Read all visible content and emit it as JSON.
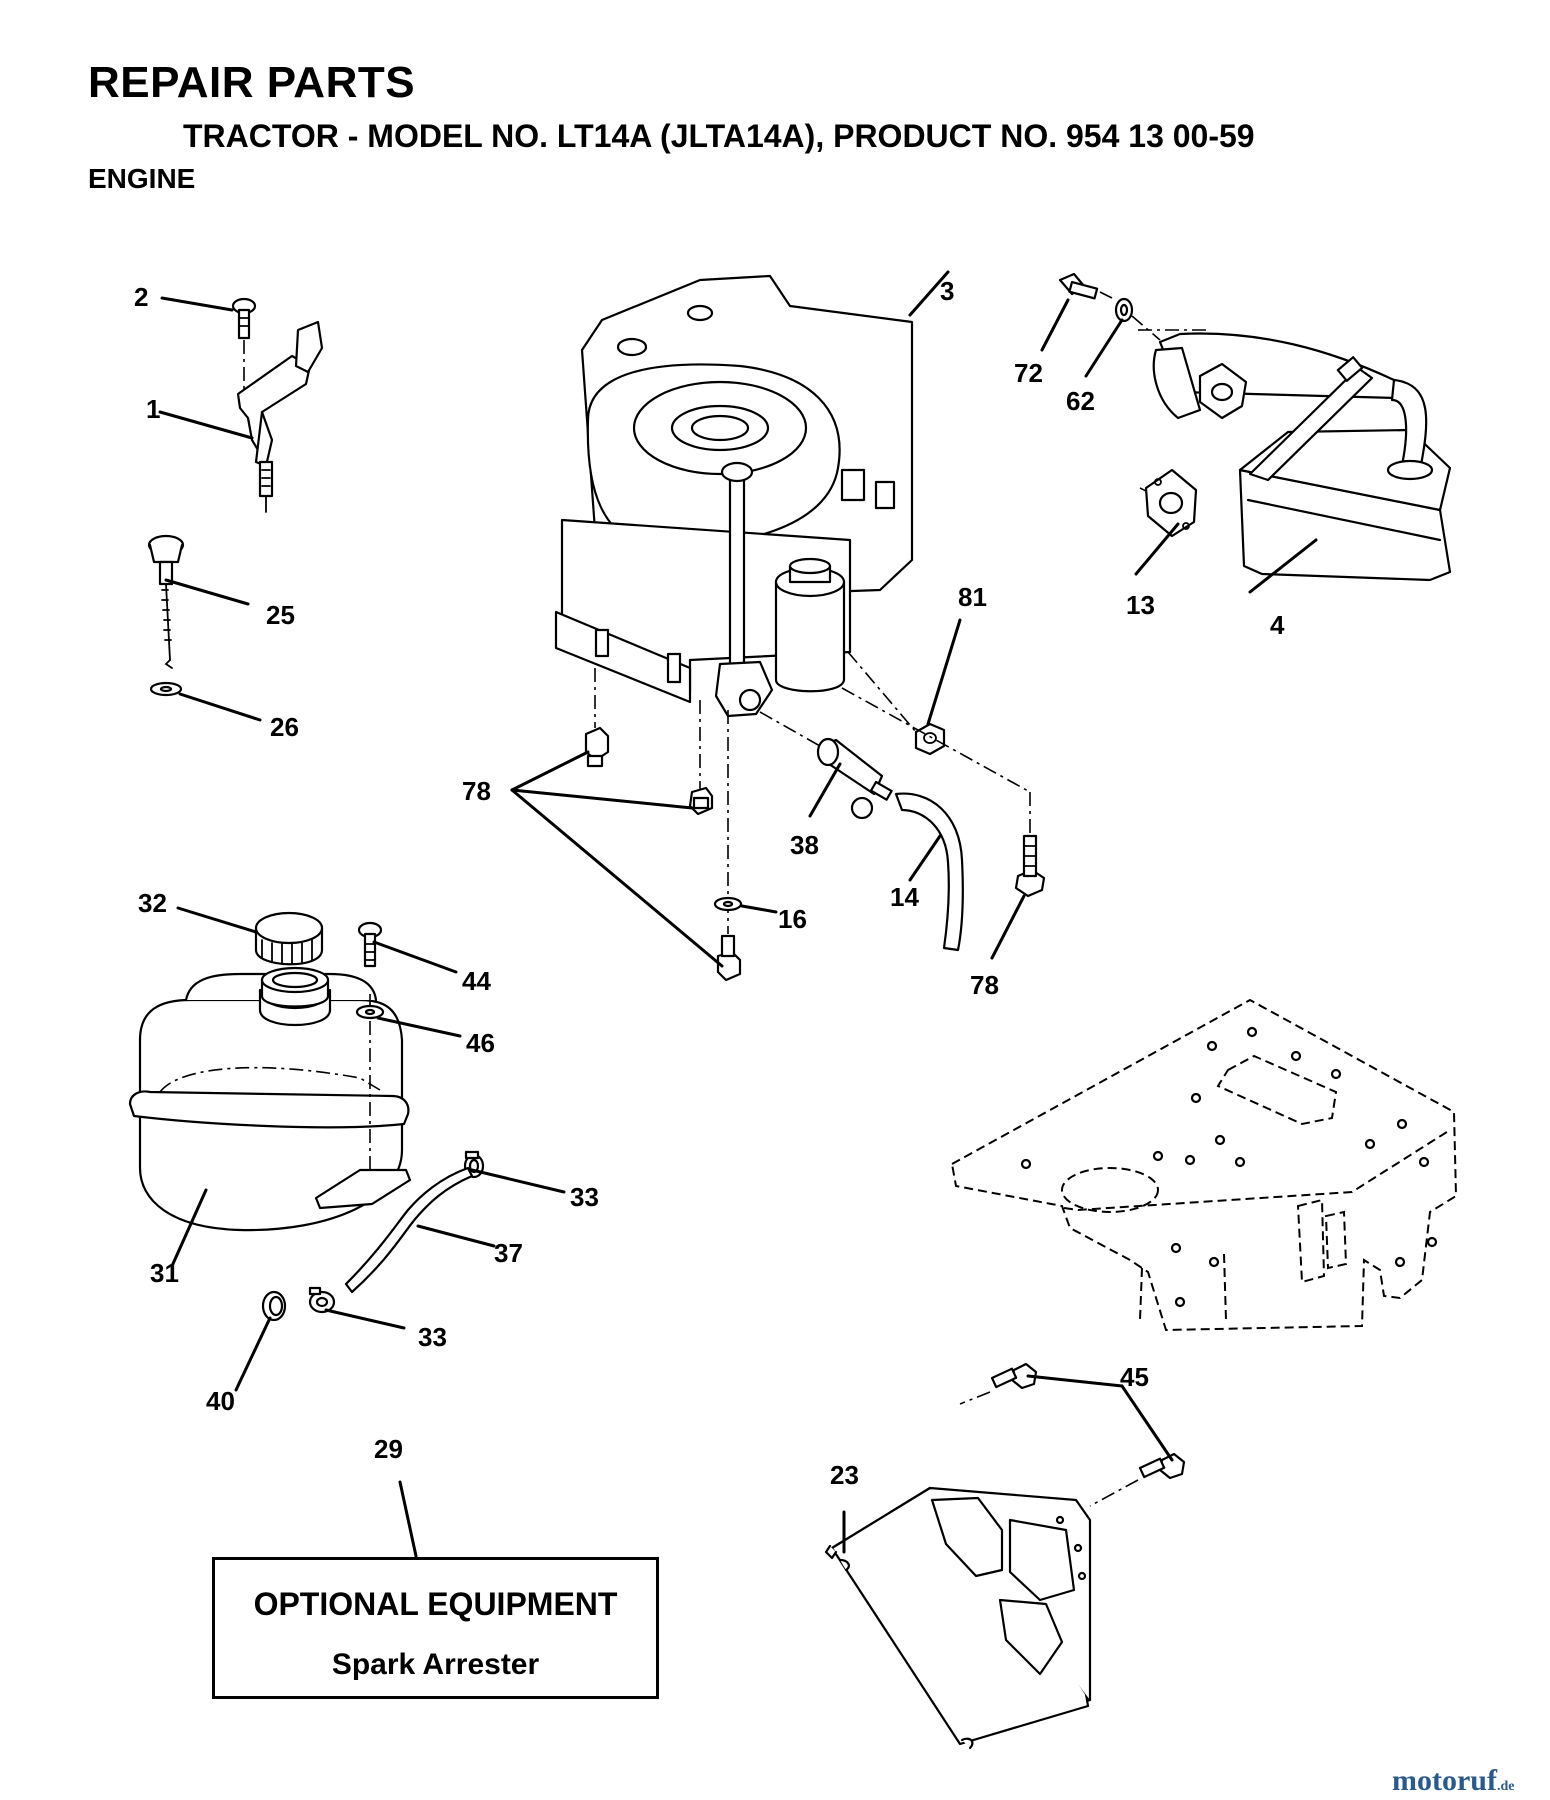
{
  "header": {
    "title": "REPAIR PARTS",
    "subtitle": "TRACTOR - MODEL NO. LT14A (JLTA14A), PRODUCT NO. 954 13 00-59",
    "section": "ENGINE"
  },
  "callouts": {
    "p1": "1",
    "p2": "2",
    "p3": "3",
    "p4": "4",
    "p13": "13",
    "p14": "14",
    "p16": "16",
    "p23": "23",
    "p25": "25",
    "p26": "26",
    "p29": "29",
    "p31": "31",
    "p32": "32",
    "p33a": "33",
    "p33b": "33",
    "p37": "37",
    "p38": "38",
    "p40": "40",
    "p44": "44",
    "p45": "45",
    "p46": "46",
    "p62": "62",
    "p72": "72",
    "p78a": "78",
    "p78b": "78",
    "p81": "81"
  },
  "optional_box": {
    "line1": "OPTIONAL EQUIPMENT",
    "line2": "Spark Arrester"
  },
  "watermark": {
    "name": "motoruf",
    "tld": ".de"
  }
}
